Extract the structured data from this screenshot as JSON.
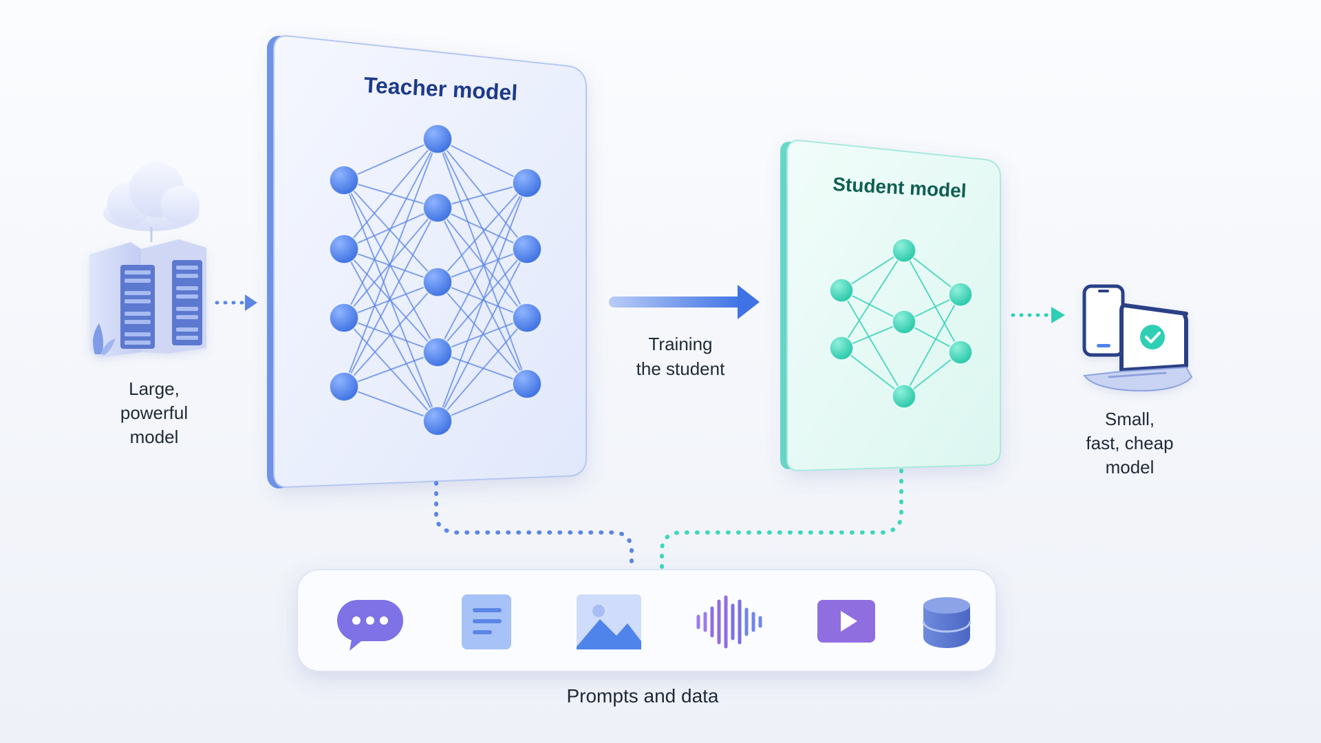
{
  "teacher": {
    "title": "Teacher model"
  },
  "student": {
    "title": "Student model"
  },
  "source": {
    "lines": [
      "Large,",
      "powerful",
      "model"
    ]
  },
  "training": {
    "lines": [
      "Training",
      "the student"
    ]
  },
  "output": {
    "lines": [
      "Small,",
      "fast, cheap",
      "model"
    ]
  },
  "data_panel": {
    "caption": "Prompts and data",
    "items": [
      "chat-bubble-icon",
      "document-icon",
      "image-icon",
      "audio-waveform-icon",
      "video-play-icon",
      "database-icon"
    ]
  },
  "colors": {
    "teacher_accent": "#5b86e5",
    "teacher_title": "#1e3a8a",
    "student_accent": "#2fcfb4",
    "student_title": "#0f5f52",
    "node_blue": "#4f84ea",
    "node_teal": "#3fd6bb",
    "purple": "#8f6ee0"
  }
}
